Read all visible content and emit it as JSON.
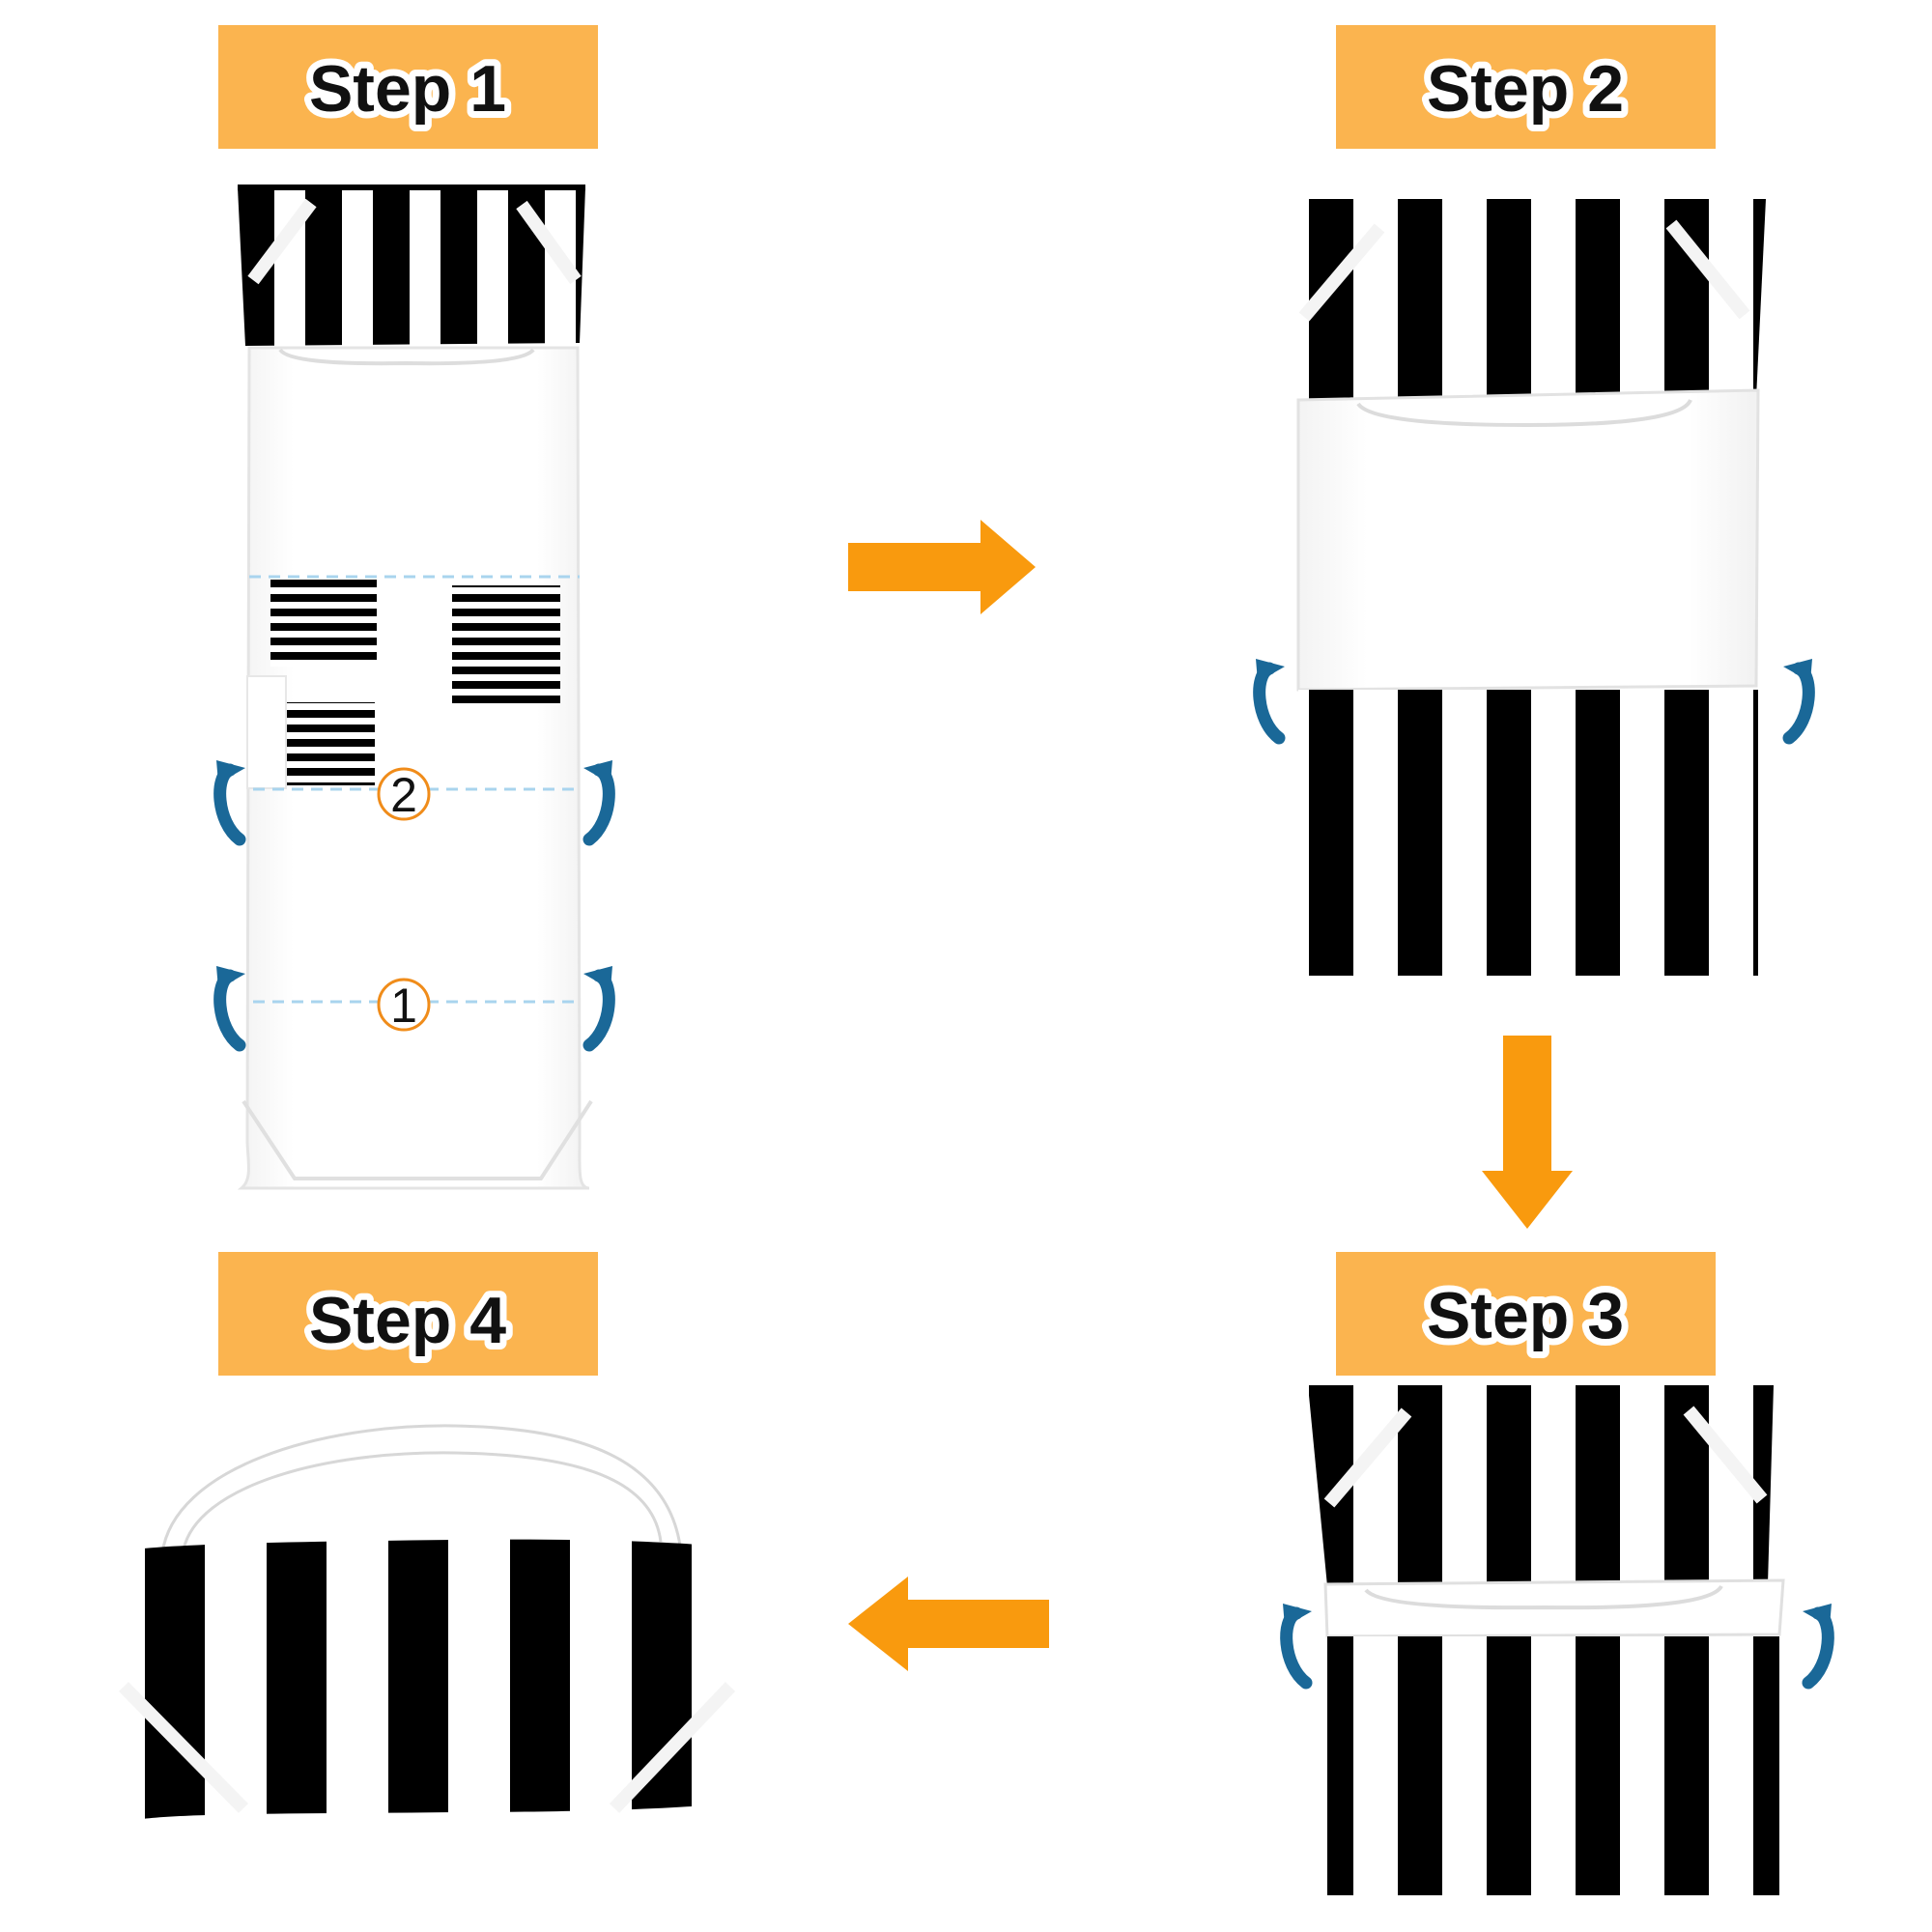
{
  "colors": {
    "banner": "#FBB44F",
    "flow_arrow": "#F99A0E",
    "fold_arrow": "#1A6898",
    "stripe_dark": "#000000",
    "stripe_light": "#FFFFFF",
    "fabric": "#FFFFFF",
    "fold_line": "#A9D4EE",
    "marker_ring": "#F08C1A"
  },
  "steps": [
    {
      "label": "Step 1"
    },
    {
      "label": "Step 2"
    },
    {
      "label": "Step 3"
    },
    {
      "label": "Step 4"
    }
  ],
  "fold_markers": [
    {
      "label": "2"
    },
    {
      "label": "1"
    }
  ],
  "icons": [
    "arrow-right-icon",
    "arrow-down-icon",
    "arrow-left-icon",
    "curved-fold-arrow-icon"
  ]
}
